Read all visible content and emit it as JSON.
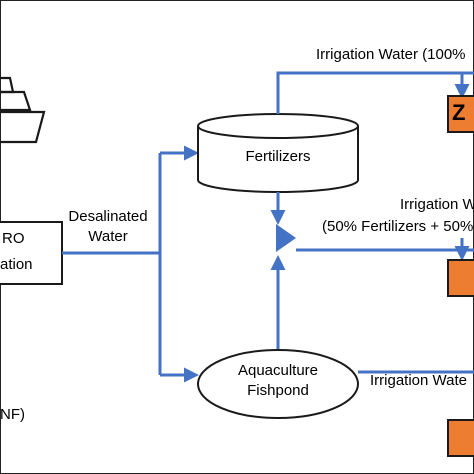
{
  "nodes": {
    "ro_box": {
      "line1": "RO",
      "line2": "ation"
    },
    "fertilizers": {
      "label": "Fertilizers"
    },
    "fishpond": {
      "line1": "Aquaculture",
      "line2": "Fishpond"
    }
  },
  "edges": {
    "desalinated": {
      "line1": "Desalinated",
      "line2": "Water"
    },
    "irrigation_top": {
      "label": "Irrigation Water (100%"
    },
    "irrigation_mid": {
      "line1": "Irrigation W",
      "line2": "(50% Fertilizers + 50%"
    },
    "irrigation_bot": {
      "label": "Irrigation Wate"
    }
  },
  "outputs": {
    "top_label": "Z"
  },
  "footer": {
    "label": "NF)"
  },
  "colors": {
    "line": "#4472C4",
    "orange": "#ED7D31",
    "stroke": "#000000"
  }
}
